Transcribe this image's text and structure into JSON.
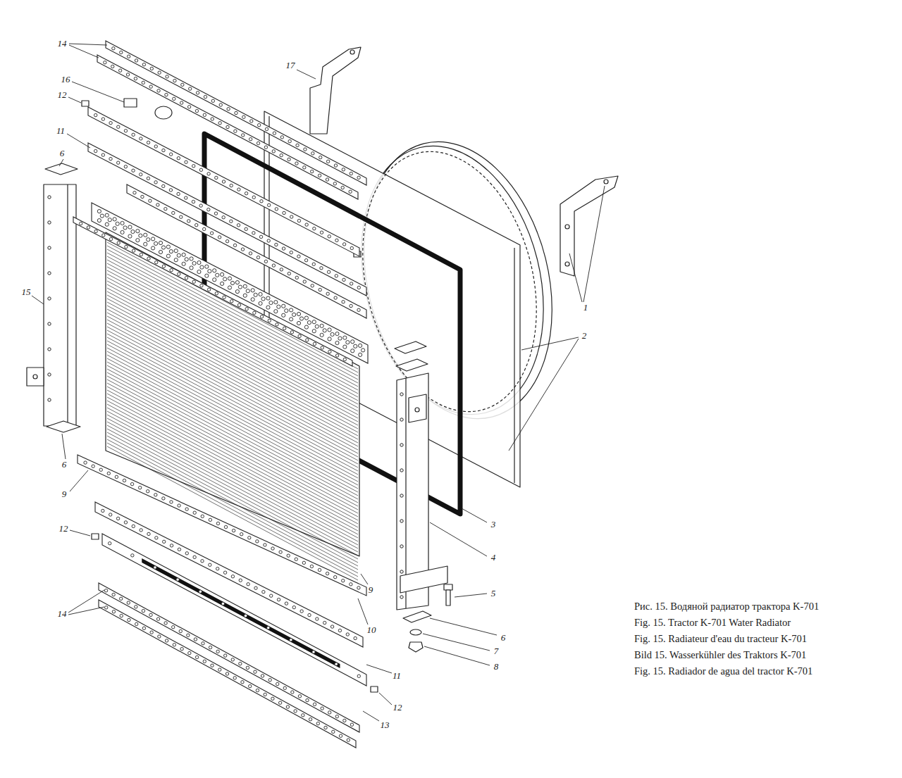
{
  "diagram": {
    "caption": "Рис. 15. Водяной радиатор трактора K-701",
    "labels": [
      "14",
      "17",
      "16",
      "12",
      "11",
      "6",
      "15",
      "1",
      "2",
      "6",
      "9",
      "3",
      "12",
      "4",
      "9",
      "5",
      "14",
      "10",
      "6",
      "7",
      "8",
      "11",
      "12",
      "13",
      "Fig. 15. Tractor K-701 Water Radiator",
      "Fig. 15. Radiateur d'eau du tracteur K-701",
      "Bild 15. Wasserkühler des Traktors K-701",
      "Fig. 15. Radiador de agua del tractor K-701"
    ]
  }
}
